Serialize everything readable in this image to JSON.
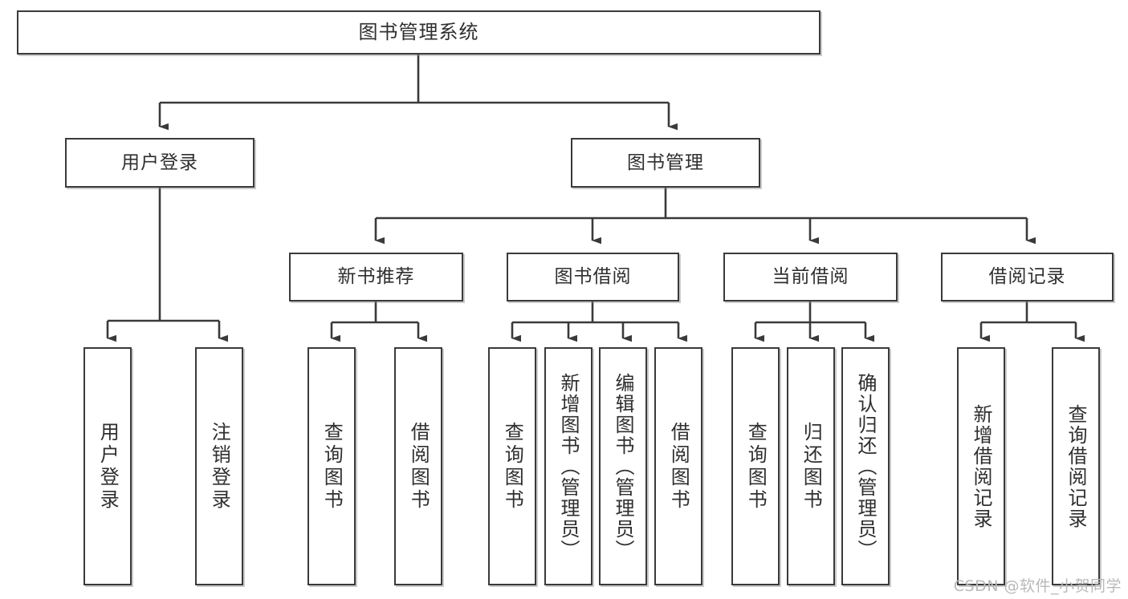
{
  "diagram": {
    "type": "tree-hierarchy",
    "title": "图书管理系统",
    "root": {
      "label": "图书管理系统"
    },
    "level2": [
      {
        "id": "user-login",
        "label": "用户登录"
      },
      {
        "id": "book-management",
        "label": "图书管理"
      }
    ],
    "level3": [
      {
        "id": "new-book-recommend",
        "label": "新书推荐",
        "parent": "book-management"
      },
      {
        "id": "book-borrow",
        "label": "图书借阅",
        "parent": "book-management"
      },
      {
        "id": "current-borrow",
        "label": "当前借阅",
        "parent": "book-management"
      },
      {
        "id": "borrow-record",
        "label": "借阅记录",
        "parent": "book-management"
      }
    ],
    "leaves": {
      "user-login": [
        {
          "id": "leaf-user-login",
          "label": "用户登录"
        },
        {
          "id": "leaf-user-logout",
          "label": "注销登录"
        }
      ],
      "new-book-recommend": [
        {
          "id": "leaf-query-book-1",
          "label": "查询图书"
        },
        {
          "id": "leaf-borrow-book-1",
          "label": "借阅图书"
        }
      ],
      "book-borrow": [
        {
          "id": "leaf-query-book-2",
          "label": "查询图书"
        },
        {
          "id": "leaf-add-book",
          "label": "新增图书（管理员）"
        },
        {
          "id": "leaf-edit-book",
          "label": "编辑图书（管理员）"
        },
        {
          "id": "leaf-borrow-book-2",
          "label": "借阅图书"
        }
      ],
      "current-borrow": [
        {
          "id": "leaf-query-book-3",
          "label": "查询图书"
        },
        {
          "id": "leaf-return-book",
          "label": "归还图书"
        },
        {
          "id": "leaf-confirm-return",
          "label": "确认归还（管理员）"
        }
      ],
      "borrow-record": [
        {
          "id": "leaf-add-record",
          "label": "新增借阅记录"
        },
        {
          "id": "leaf-query-record",
          "label": "查询借阅记录"
        }
      ]
    }
  },
  "watermark": {
    "text": "CSDN @软件_小贺同学"
  },
  "colors": {
    "border": "#3a3a3a",
    "text": "#2f2f2f",
    "background": "#ffffff",
    "watermark": "#b9b9b9"
  }
}
